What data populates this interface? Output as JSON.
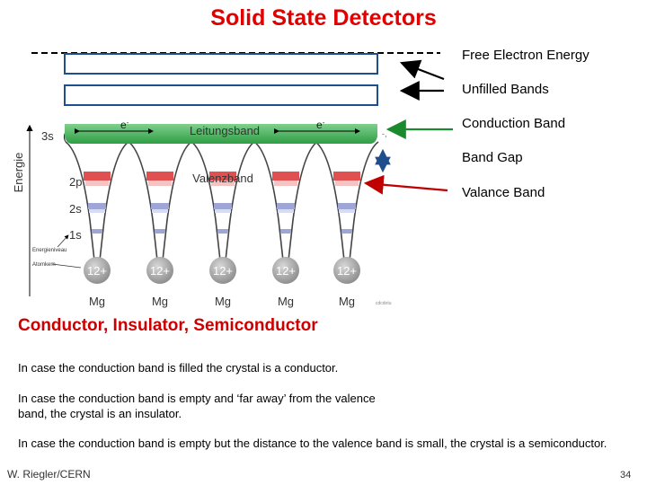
{
  "title": "Solid State Detectors",
  "legend": {
    "free_electron": "Free Electron Energy",
    "unfilled": "Unfilled Bands",
    "conduction": "Conduction Band",
    "gap": "Band Gap",
    "valance": "Valance Band"
  },
  "figure": {
    "axis_label": "Energie",
    "levels": {
      "s3": "3s",
      "p2": "2p",
      "s2": "2s",
      "s1": "1s"
    },
    "leitungsband": "Leitungsband",
    "electron": "e",
    "electron_sup": "-",
    "valenzband": "Valenzband",
    "energieniveau": "Energieniveau",
    "atomkern": "Atomkern",
    "atom_charge": "12+",
    "atom_element": "Mg",
    "atoms_count": 5,
    "credit": "cdcdotu"
  },
  "subtitle": "Conductor, Insulator, Semiconductor",
  "paragraphs": {
    "p1": "In case the conduction band is filled the crystal is a conductor.",
    "p2": "In case the conduction band is empty and ‘far away’ from the valence band, the crystal is an insulator.",
    "p3": "In case the conduction band is empty but the distance to the valence band is small, the crystal is a semiconductor."
  },
  "footer": {
    "author": "W. Riegler/CERN",
    "page": "34"
  },
  "colors": {
    "title": "#e00000",
    "conduction": "#2e9e44",
    "valence": "#e05050",
    "band_outline": "#1f4e8c",
    "arrow_black": "#000000",
    "arrow_green": "#1a8a2e",
    "arrow_blue": "#1f4e8c",
    "arrow_red": "#c00000"
  }
}
